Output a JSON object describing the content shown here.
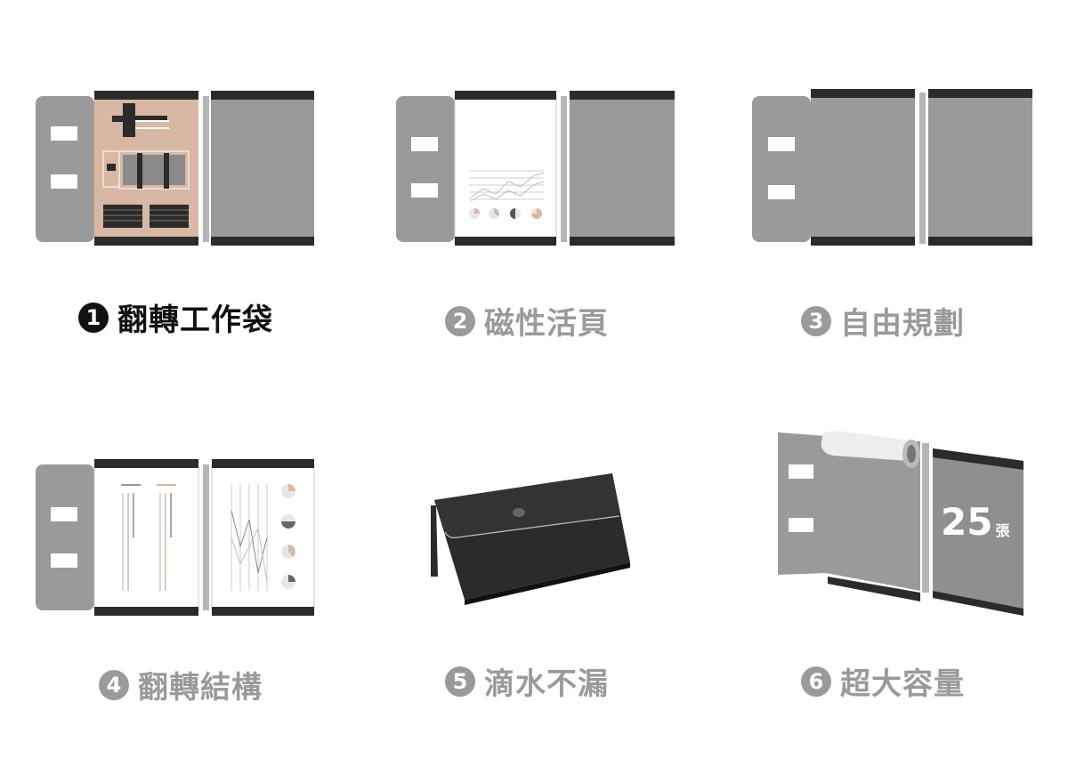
{
  "features": [
    {
      "number": "1",
      "title": "翻轉工作袋",
      "active": true
    },
    {
      "number": "2",
      "title": "磁性活頁",
      "active": false
    },
    {
      "number": "3",
      "title": "自由規劃",
      "active": false
    },
    {
      "number": "4",
      "title": "翻轉結構",
      "active": false
    },
    {
      "number": "5",
      "title": "滴水不漏",
      "active": false
    },
    {
      "number": "6",
      "title": "超大容量",
      "active": false
    }
  ],
  "capacity": {
    "count": "25",
    "unit": "張"
  },
  "colors": {
    "active_text": "#111111",
    "inactive_text": "#9a9a9a",
    "folder_gray": "#9a9a9a",
    "strap_dark": "#2b2b2b",
    "pouch_tan": "#d9b8a3"
  }
}
